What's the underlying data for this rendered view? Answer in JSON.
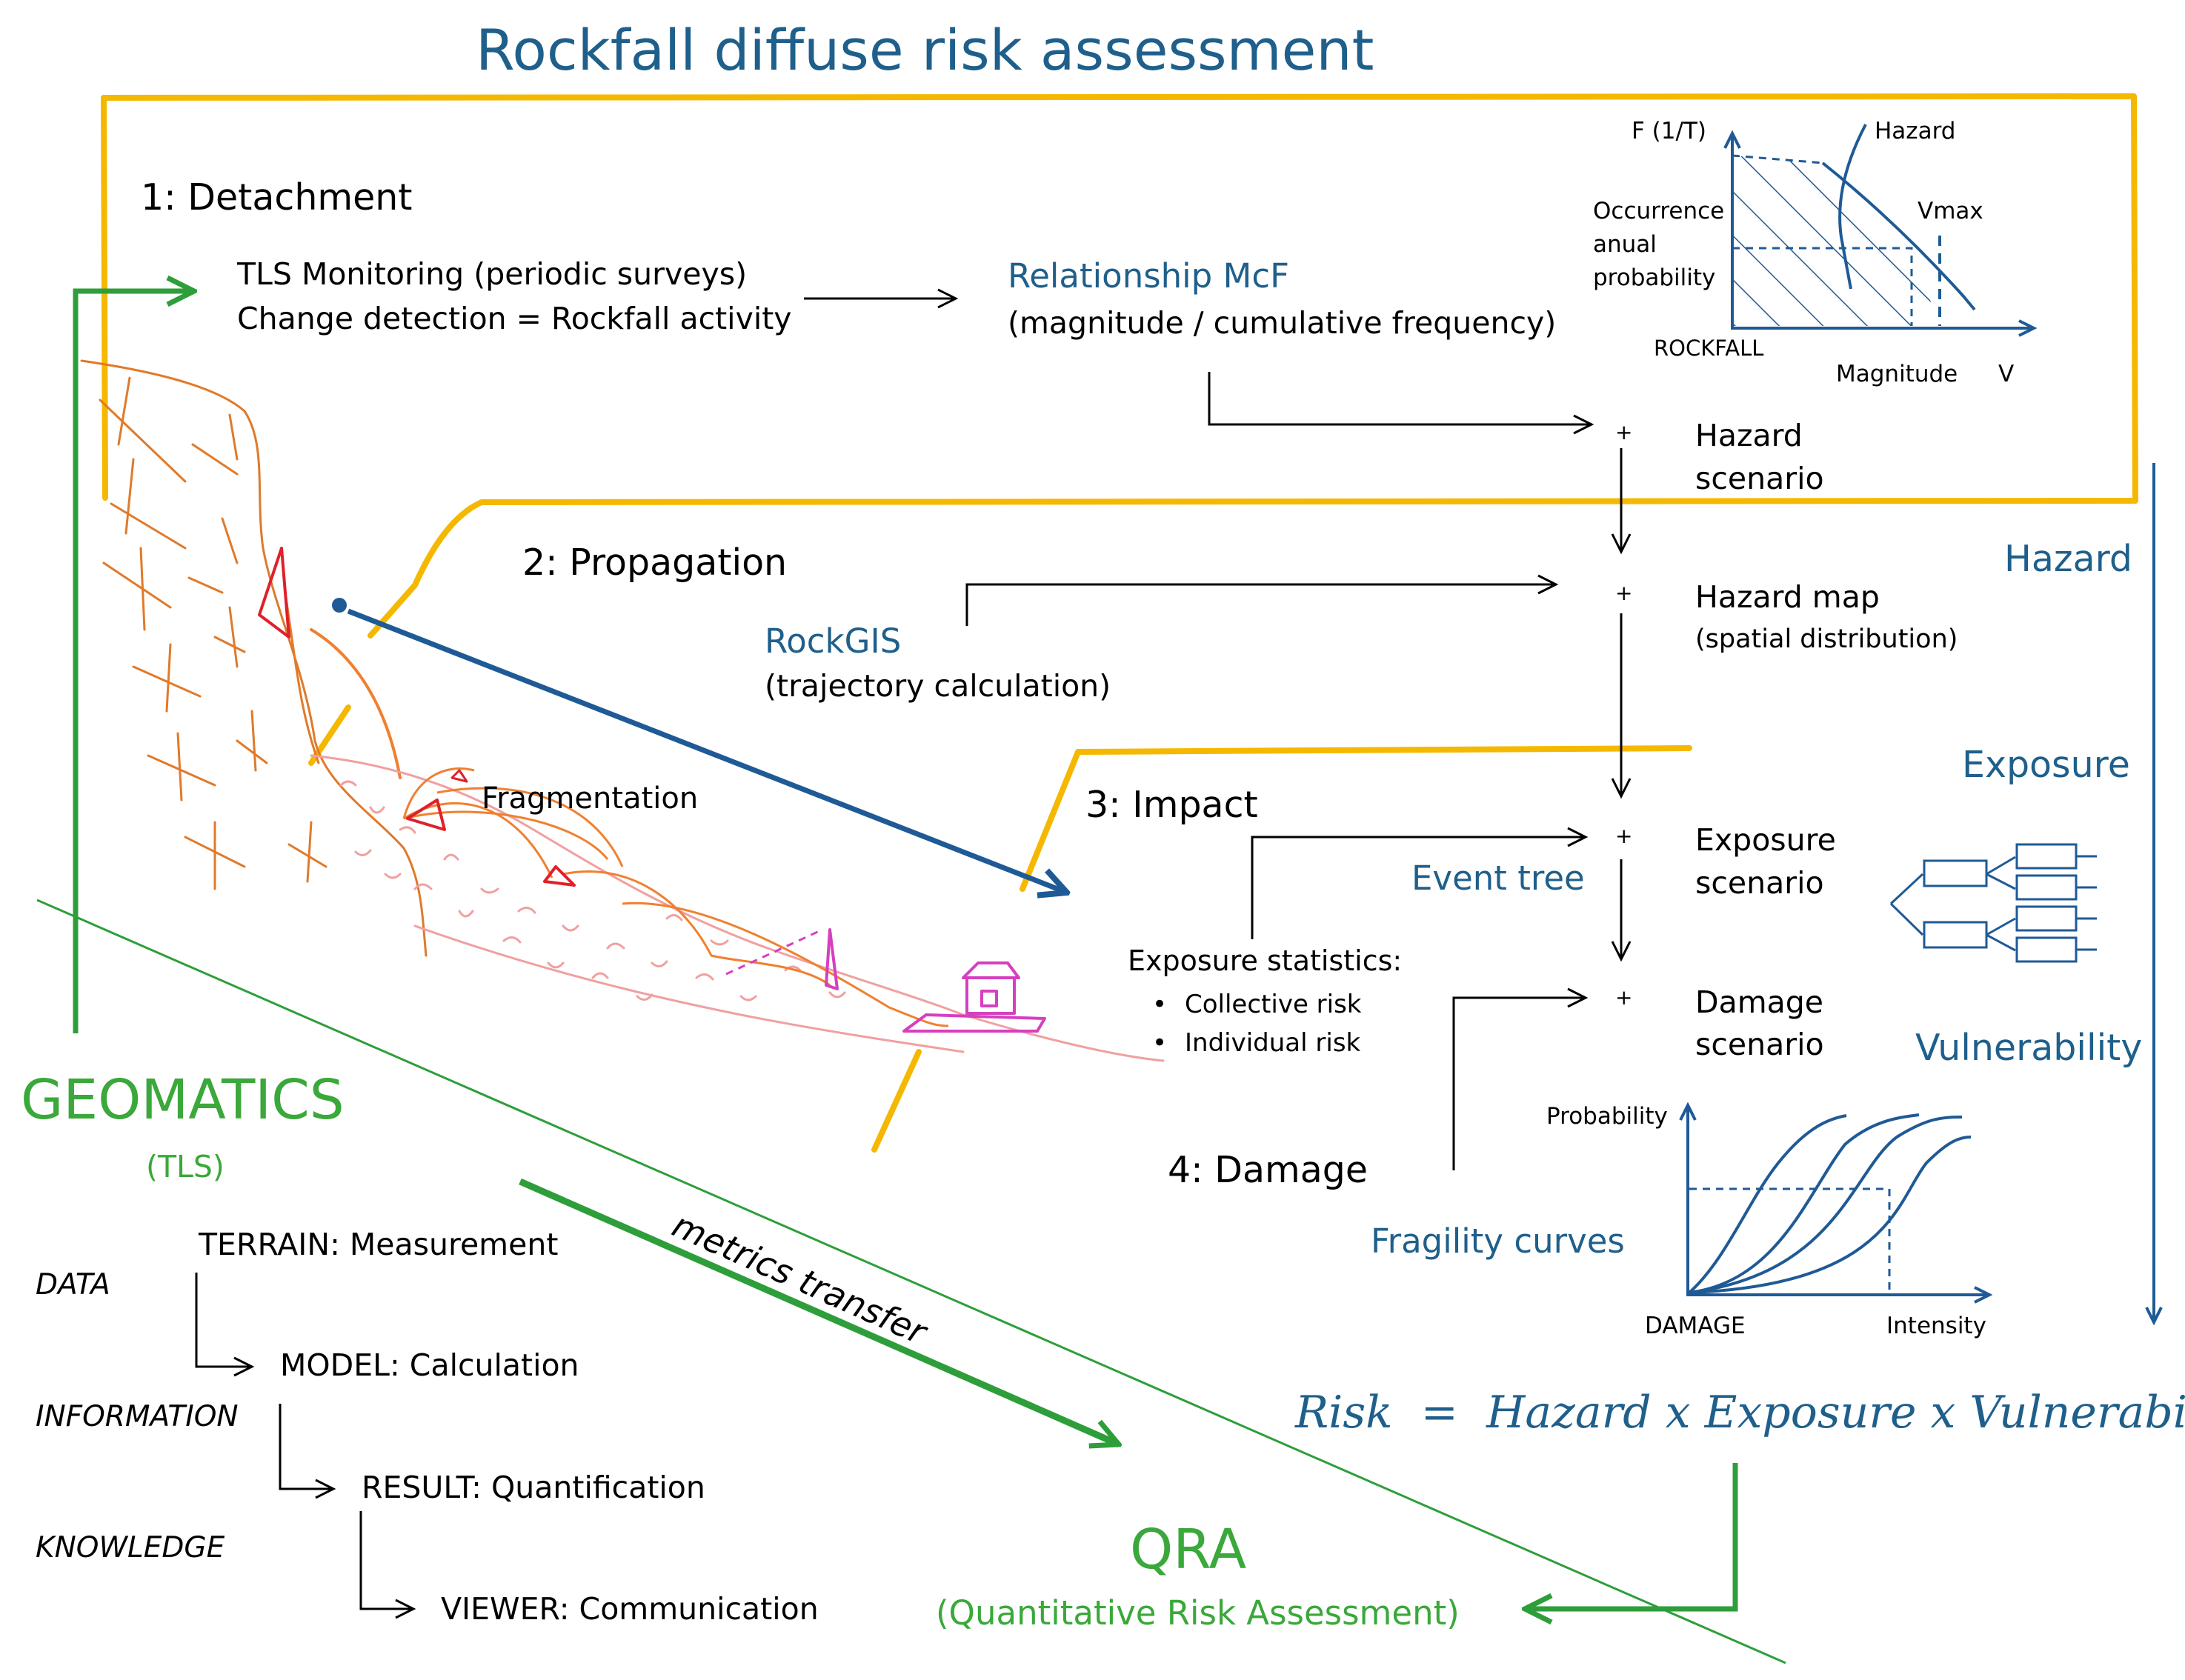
{
  "title": "Rockfall diffuse risk assessment",
  "stages": {
    "detachment": "1: Detachment",
    "propagation": "2: Propagation",
    "impact": "3: Impact",
    "damage": "4: Damage"
  },
  "tls": {
    "line1": "TLS Monitoring (periodic surveys)",
    "line2": "Change detection = Rockfall activity"
  },
  "mcf": {
    "title": "Relationship McF",
    "subtitle": "(magnitude / cumulative frequency)"
  },
  "hazard_chart": {
    "y_axis": "F (1/T)",
    "curve_label": "Hazard",
    "vmax_label": "Vmax",
    "y_desc_1": "Occurrence",
    "y_desc_2": "anual",
    "y_desc_3": "probability",
    "x_axis_left": "ROCKFALL",
    "x_axis": "Magnitude",
    "x_axis_v": "V"
  },
  "plus": "+",
  "scenarios": {
    "hazard_scenario_1": "Hazard",
    "hazard_scenario_2": "scenario",
    "hazard_map": "Hazard map",
    "hazard_map_sub": "(spatial distribution)",
    "exposure_scenario_1": "Exposure",
    "exposure_scenario_2": "scenario",
    "damage_scenario_1": "Damage",
    "damage_scenario_2": "scenario"
  },
  "side_labels": {
    "hazard": "Hazard",
    "exposure": "Exposure",
    "vulnerability": "Vulnerability"
  },
  "rockgis": {
    "title": "RockGIS",
    "subtitle": "(trajectory calculation)"
  },
  "fragmentation": "Fragmentation",
  "event_tree": "Event tree",
  "exposure_stats": {
    "title": "Exposure statistics:",
    "items": [
      "Collective risk",
      "Individual risk"
    ]
  },
  "fragility": {
    "title": "Fragility curves",
    "y_axis": "Probability",
    "x_axis_left": "DAMAGE",
    "x_axis": "Intensity"
  },
  "risk_formula": {
    "risk": "Risk",
    "equals": "=",
    "rhs": "Hazard x Exposure x Vulnerability"
  },
  "geomatics": {
    "title": "GEOMATICS",
    "subtitle": "(TLS)"
  },
  "workflow": {
    "data": "DATA",
    "information": "INFORMATION",
    "knowledge": "KNOWLEDGE",
    "terrain": "TERRAIN: Measurement",
    "model": "MODEL: Calculation",
    "result": "RESULT: Quantification",
    "viewer": "VIEWER: Communication"
  },
  "metrics_transfer": "metrics transfer",
  "qra": {
    "title": "QRA",
    "subtitle": "(Quantitative Risk Assessment)"
  },
  "colors": {
    "dark_blue_text": "#1f5f8b",
    "green": "#3aa83a",
    "yellow_frame": "#f5b800",
    "arrow_blue": "#1f5a96",
    "arrow_green": "#2e9e3a",
    "slope_orange": "#e07a2a",
    "debris_pink": "#f0a0a0",
    "house_magenta": "#d63fbf"
  }
}
